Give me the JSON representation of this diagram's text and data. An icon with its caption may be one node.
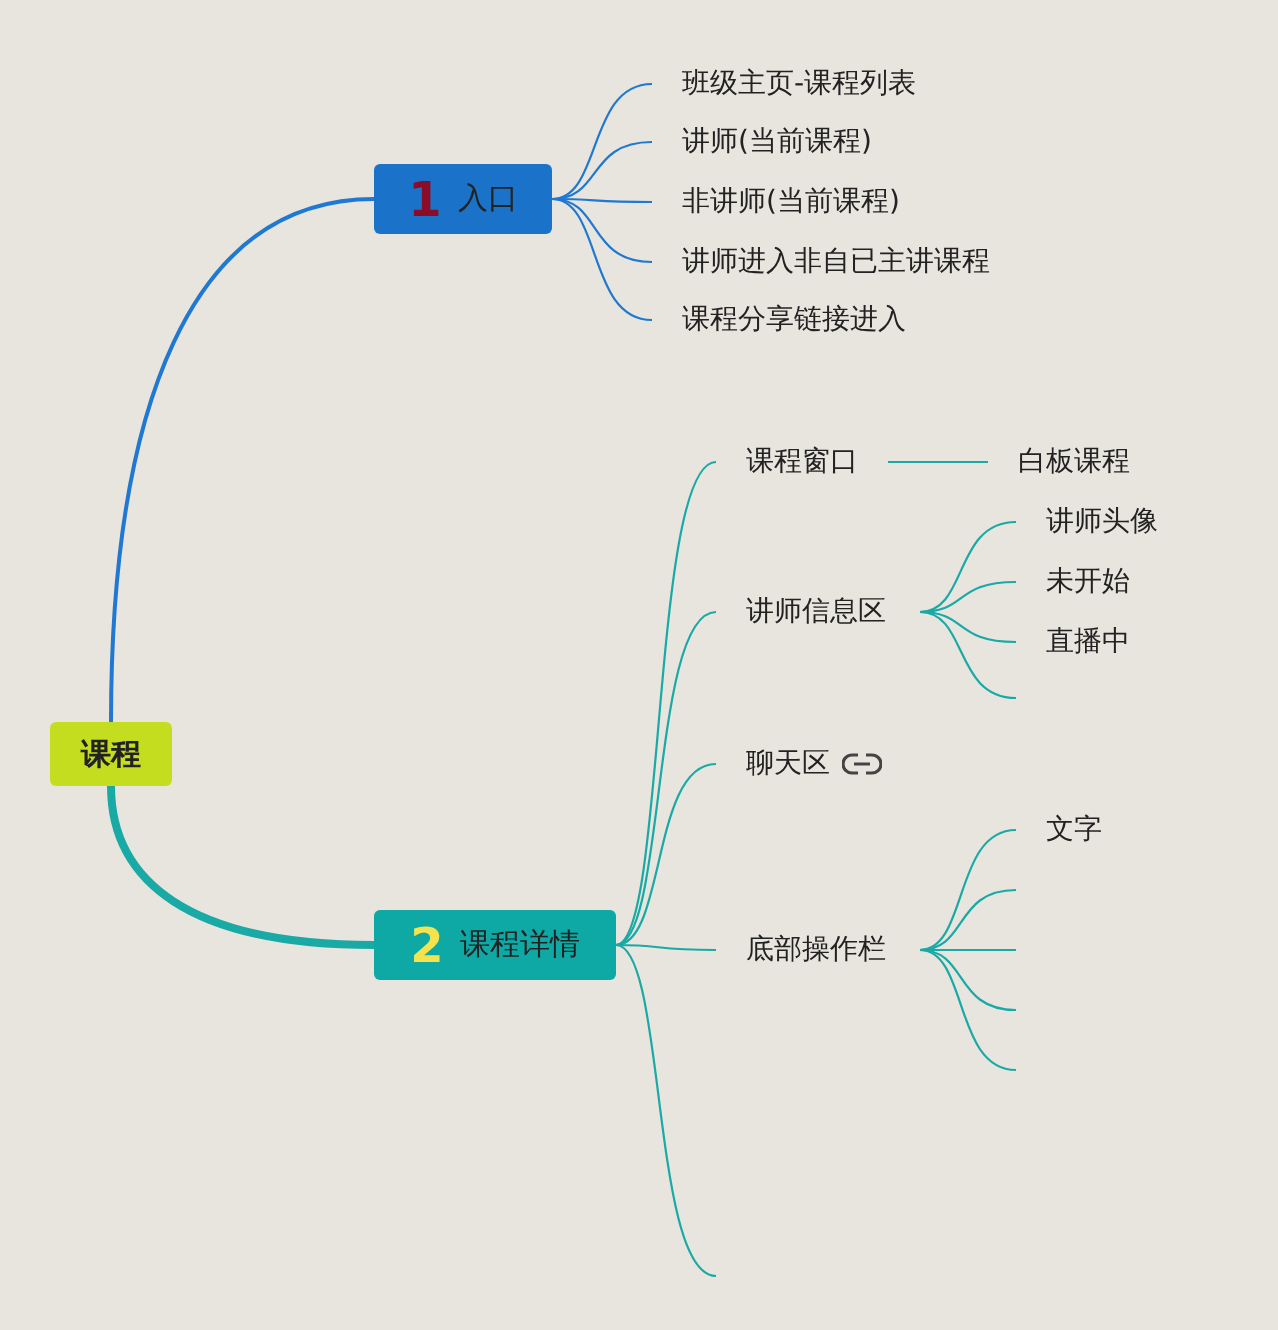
{
  "diagram": {
    "nodes": [
      {
        "text": [
          "课程"
        ]
      },
      {
        "text": [
          "1",
          "入口"
        ]
      },
      {
        "text": [
          "班级主页-课程列表"
        ]
      },
      {
        "text": [
          "讲师(当前课程)"
        ]
      },
      {
        "text": [
          "非讲师(当前课程)"
        ]
      },
      {
        "text": [
          "讲师进入非自已主讲课程"
        ]
      },
      {
        "text": [
          "课程分享链接进入"
        ]
      },
      {
        "text": [
          "2",
          "课程详情"
        ]
      },
      {
        "text": [
          "课程窗口"
        ]
      },
      {
        "text": [
          "白板课程"
        ]
      },
      {
        "text": [
          "讲师信息区"
        ]
      },
      {
        "text": [
          "讲师头像"
        ]
      },
      {
        "text": [
          "未开始"
        ]
      },
      {
        "text": [
          "直播中"
        ]
      },
      {
        "text": [
          "聊天区"
        ]
      },
      {
        "text": [
          "底部操作栏"
        ]
      },
      {
        "text": [
          "文字"
        ]
      }
    ],
    "edges": [
      {
        "from": 0,
        "to": 1,
        "arrow": "none",
        "color": "#1f78d1"
      },
      {
        "from": 1,
        "to": 2,
        "arrow": "none",
        "color": "#1f78d1"
      },
      {
        "from": 1,
        "to": 3,
        "arrow": "none",
        "color": "#1f78d1"
      },
      {
        "from": 1,
        "to": 4,
        "arrow": "none",
        "color": "#1f78d1"
      },
      {
        "from": 1,
        "to": 5,
        "arrow": "none",
        "color": "#1f78d1"
      },
      {
        "from": 1,
        "to": 6,
        "arrow": "none",
        "color": "#1f78d1"
      },
      {
        "from": 0,
        "to": 7,
        "arrow": "none",
        "style": "thick"
      },
      {
        "from": 7,
        "to": 8,
        "arrow": "none"
      },
      {
        "from": 8,
        "to": 9,
        "arrow": "none"
      },
      {
        "from": 7,
        "to": 10,
        "arrow": "none"
      },
      {
        "from": 10,
        "to": 11,
        "arrow": "none"
      },
      {
        "from": 10,
        "to": 12,
        "arrow": "none"
      },
      {
        "from": 10,
        "to": 13,
        "arrow": "none"
      },
      {
        "from": 10,
        "to": null,
        "arrow": "none"
      },
      {
        "from": 7,
        "to": 14,
        "arrow": "none"
      },
      {
        "from": 7,
        "to": 15,
        "arrow": "none"
      },
      {
        "from": 15,
        "to": 16,
        "arrow": "none"
      },
      {
        "from": 15,
        "to": null,
        "arrow": "none"
      },
      {
        "from": 15,
        "to": null,
        "arrow": "none"
      },
      {
        "from": 15,
        "to": null,
        "arrow": "none"
      },
      {
        "from": 15,
        "to": null,
        "arrow": "none"
      },
      {
        "from": 7,
        "to": null,
        "arrow": "none"
      }
    ]
  }
}
